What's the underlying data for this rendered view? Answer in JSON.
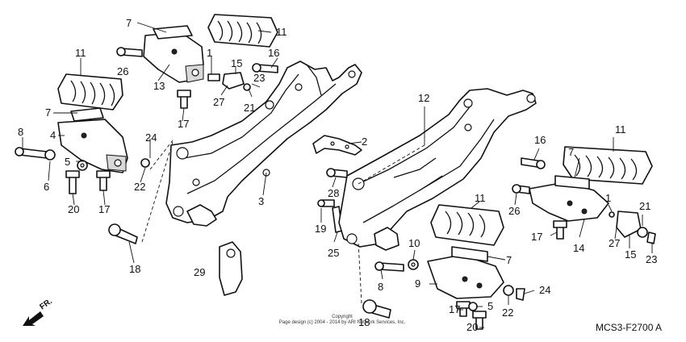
{
  "callouts": {
    "c1a": "1",
    "c1b": "1",
    "c2": "2",
    "c3": "3",
    "c4": "4",
    "c5a": "5",
    "c5b": "5",
    "c6": "6",
    "c7a": "7",
    "c7b": "7",
    "c7c": "7",
    "c7d": "7",
    "c8a": "8",
    "c8b": "8",
    "c9": "9",
    "c10": "10",
    "c11a": "11",
    "c11b": "11",
    "c11c": "11",
    "c11d": "11",
    "c12": "12",
    "c13": "13",
    "c14": "14",
    "c15a": "15",
    "c15b": "15",
    "c16a": "16",
    "c16b": "16",
    "c17a": "17",
    "c17b": "17",
    "c17c": "17",
    "c17d": "17",
    "c18a": "18",
    "c18b": "18",
    "c19": "19",
    "c20a": "20",
    "c20b": "20",
    "c21a": "21",
    "c21b": "21",
    "c22a": "22",
    "c22b": "22",
    "c23a": "23",
    "c23b": "23",
    "c24a": "24",
    "c24b": "24",
    "c25": "25",
    "c26a": "26",
    "c26b": "26",
    "c27a": "27",
    "c27b": "27",
    "c28": "28",
    "c29": "29"
  },
  "copyright_line1": "Copyright",
  "copyright_line2": "Page design (c) 2004 - 2014 by ARI Network Services, Inc.",
  "diagram_code": "MCS3-F2700 A",
  "front_label": "FR."
}
